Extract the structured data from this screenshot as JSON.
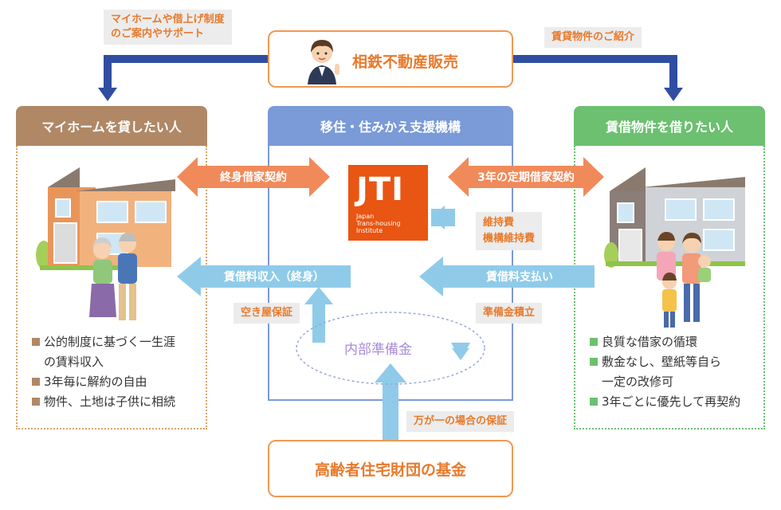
{
  "notes": {
    "top_left": "マイホームや借上げ制度\nのご案内やサポート",
    "top_right": "賃貸物件のご紹介",
    "maintenance": "維持費\n機構維持費",
    "vacancy_guarantee": "空き屋保証",
    "reserve_accumulation": "準備金積立",
    "emergency_guarantee": "万が一の場合の保証"
  },
  "agent": {
    "name": "相鉄不動産販売"
  },
  "fund": {
    "name": "高齢者住宅財団の基金"
  },
  "panels": {
    "left": {
      "title": "マイホームを貸したい人",
      "bullets": [
        "公的制度に基づく一生涯",
        "の賃料収入",
        "3年毎に解約の自由",
        "物件、土地は子供に相続"
      ]
    },
    "center": {
      "title": "移住・住みかえ支援機構",
      "reserve_label": "内部準備金"
    },
    "right": {
      "title": "賃借物件を借りたい人",
      "bullets": [
        "良質な借家の循環",
        "敷金なし、壁紙等自ら",
        "一定の改修可",
        "3年ごとに優先して再契約"
      ]
    }
  },
  "logo": {
    "text": "JTI",
    "sub": "Japan\nTrans-housing\nInstitute"
  },
  "arrows": {
    "lifetime_lease": "終身借家契約",
    "fixed_term_lease": "3年の定期借家契約",
    "rent_income": "賃借料収入（終身）",
    "rent_payment": "賃借料支払い"
  },
  "colors": {
    "orange": "#e87a2c",
    "brown_head": "#b08866",
    "blue_head": "#7a9ad8",
    "green_head": "#6cc070",
    "light_blue": "#8fcbe9",
    "dark_blue": "#2f4ea2",
    "orange_arrow": "#f08a5a",
    "logo": "#e95513"
  },
  "icons": [
    "woman-agent-icon",
    "house-icon",
    "elderly-couple-icon",
    "family-icon"
  ]
}
